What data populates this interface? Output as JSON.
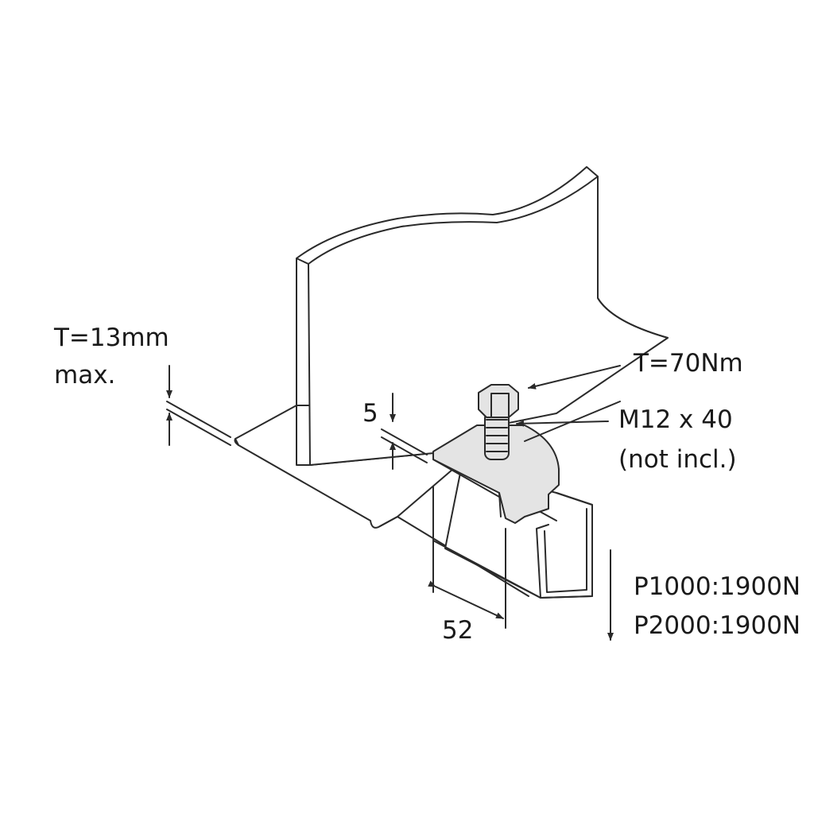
{
  "labels": {
    "thickness_max": "T=13mm",
    "thickness_max_suffix": "max.",
    "clamp_thickness": "5",
    "torque": "T=70Nm",
    "bolt": "M12 x 40",
    "bolt_note": "(not incl.)",
    "load_p1000": "P1000:1900N",
    "load_p2000": "P2000:1900N",
    "width": "52"
  },
  "colors": {
    "line": "#2a2a2a",
    "metal": "#e4e4e4"
  }
}
